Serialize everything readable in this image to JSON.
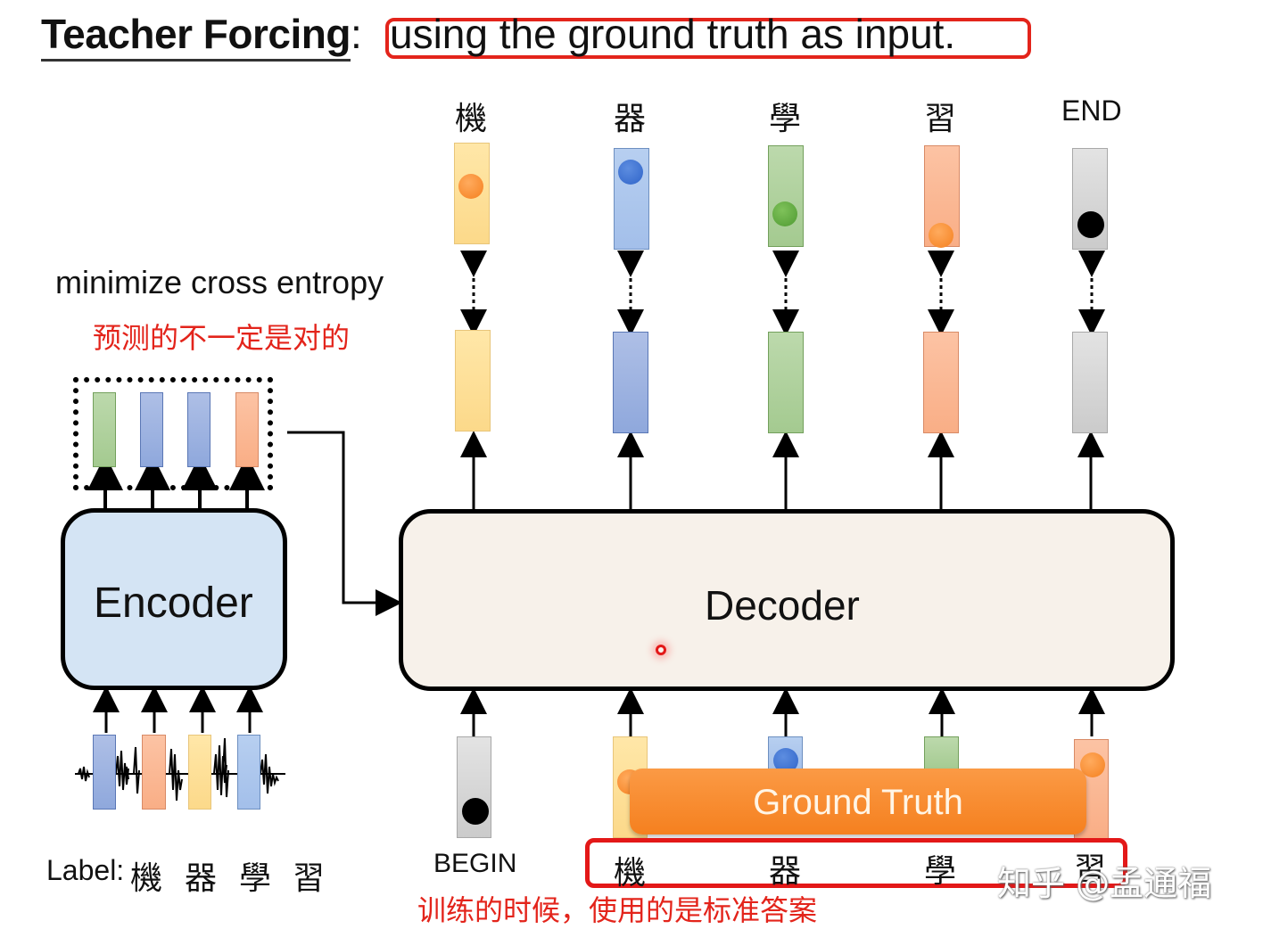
{
  "title": {
    "bold": "Teacher Forcing",
    "colon": ":",
    "highlighted": "using the ground truth as input."
  },
  "annotations": {
    "loss_label": "minimize cross entropy",
    "loss_note_zh": "预测的不一定是对的",
    "training_note_zh": "训练的时候，使用的是标准答案"
  },
  "encoder": {
    "label": "Encoder",
    "input_label_prefix": "Label:",
    "input_labels": [
      "機",
      "器",
      "學",
      "習"
    ],
    "input_vector_colors": [
      "dark-blue",
      "orange",
      "yellow",
      "blue"
    ],
    "output_vector_colors": [
      "green",
      "dark-blue",
      "dark-blue",
      "orange"
    ]
  },
  "decoder": {
    "label": "Decoder",
    "targets": [
      {
        "text": "機",
        "color": "yellow",
        "dot": "orange"
      },
      {
        "text": "器",
        "color": "blue",
        "dot": "blue"
      },
      {
        "text": "學",
        "color": "green",
        "dot": "green"
      },
      {
        "text": "習",
        "color": "orange",
        "dot": "orange"
      },
      {
        "text": "END",
        "color": "gray",
        "dot": "black"
      }
    ],
    "output_vector_colors": [
      "yellow",
      "dark-blue",
      "green",
      "orange",
      "gray"
    ],
    "inputs": [
      {
        "text": "BEGIN",
        "color": "gray",
        "dot": "black"
      },
      {
        "text": "機",
        "color": "yellow",
        "dot": "orange"
      },
      {
        "text": "器",
        "color": "blue",
        "dot": "blue"
      },
      {
        "text": "學",
        "color": "green",
        "dot": "none"
      },
      {
        "text": "習",
        "color": "orange",
        "dot": "orange"
      }
    ]
  },
  "ground_truth_banner": "Ground Truth",
  "watermark": "知乎 @孟通福",
  "colors": {
    "highlight_red": "#e3241b",
    "banner_orange": "#f5801f",
    "encoder_fill": "#d4e4f4",
    "decoder_fill": "#f7f1ea"
  }
}
